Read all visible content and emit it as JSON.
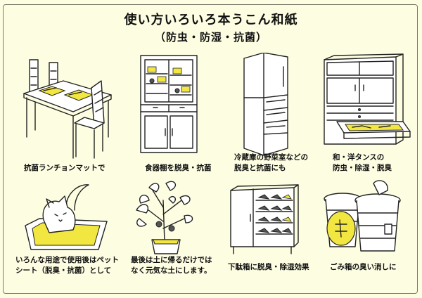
{
  "title": "使い方いろいろ本うこん和紙",
  "subtitle": "（防虫・防湿・抗菌）",
  "items": [
    {
      "icon": "dining-table-icon",
      "caption": [
        "抗菌ランチョンマットで"
      ]
    },
    {
      "icon": "cupboard-icon",
      "caption": [
        "食器棚を脱臭・抗菌"
      ]
    },
    {
      "icon": "refrigerator-icon",
      "caption": [
        "冷蔵庫の野菜室などの",
        "脱臭と抗菌にも"
      ]
    },
    {
      "icon": "chest-of-drawers-icon",
      "caption": [
        "和・洋タンスの",
        "防虫・除湿・脱臭"
      ]
    },
    {
      "icon": "cat-litter-box-icon",
      "caption": [
        "いろんな用途で使用後はペット",
        "シート（脱臭・抗菌）として"
      ]
    },
    {
      "icon": "potted-plant-icon",
      "caption": [
        "最後は土に帰るだけでは",
        "なく元気な土にします。"
      ]
    },
    {
      "icon": "shoe-cabinet-icon",
      "caption": [
        "下駄箱に脱臭・除湿効果"
      ]
    },
    {
      "icon": "trash-cans-icon",
      "caption": [
        "ごみ箱の臭い消しに"
      ]
    }
  ],
  "accent_color": "#f2e640"
}
